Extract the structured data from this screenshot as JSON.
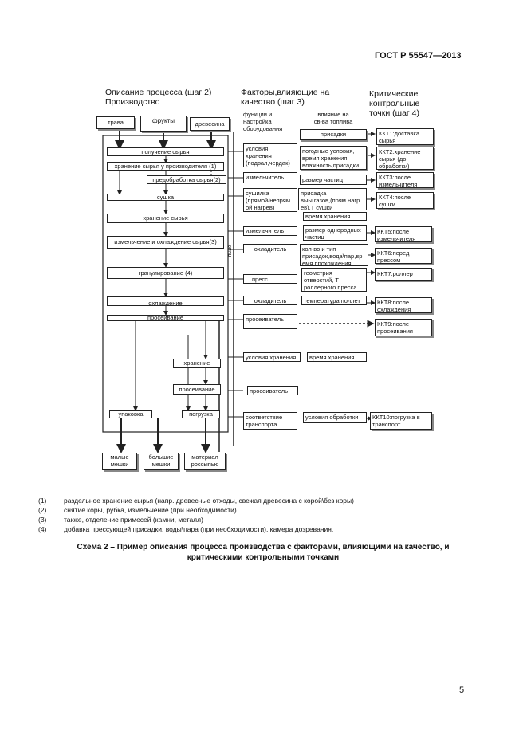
{
  "header": {
    "standard": "ГОСТ Р 55547—2013"
  },
  "columns": {
    "step2": "Описание процесса (шаг 2)\nПроизводство",
    "step3": "Факторы,влияющие на\nкачество (шаг 3)",
    "step4": "Критические\nконтрольные\nточки (шаг 4)",
    "sub_functions": "функции и\nнастройка\nоборудования",
    "sub_fuel": "влияние на\nсв-ва топлива"
  },
  "inputs": [
    "трава",
    "фрукты",
    "древесина"
  ],
  "process": {
    "receiving": "получение сырья",
    "storage_producer": "хранение сырья у производителя (1)",
    "pretreatment": "предобработка сырья(2)",
    "drying": "сушка",
    "storage": "хранение сырья",
    "grinding": "измельчение и охлаждение сырья(3)",
    "pelleting": "гранулирование (4)",
    "cooling": "охлаждение",
    "sieving": "просеивание",
    "storage2": "хранение",
    "sieving2": "просеивание",
    "packing": "упаковка",
    "loading": "погрузка",
    "vertical_label": "пылe"
  },
  "outputs": [
    "малые\nмешки",
    "большие\nмешки",
    "материал\nроссыпью"
  ],
  "functions": [
    "условия\nхранения\n(подвал,чердак)",
    "измельчитель",
    "сушилка\n(прямой/непрям\nой нагрев)",
    "измельчитель",
    "охладитель",
    "пресс",
    "охладитель",
    "просеиватель",
    "условия хранения",
    "просеиватель",
    "соответствие\nтранспорта"
  ],
  "factors": [
    "погодные условия,\nвремя хранения,\nвлажность,присадки",
    "присадки",
    "размер частиц",
    "присадка\nвыы.газов,(прям.нагр\nев),T сушки",
    "время хранения",
    "размер однородных\nчастиц",
    "кол-во и тип\nприсадок,вода\\пар,вр\nемя прохождения",
    "геометрия\nотверстий, Т\nроллерного пресса",
    "температура поллет",
    "время хранения",
    "условия обработки"
  ],
  "ccp": [
    "ККТ1:доставка\nсырья",
    "ККТ2:хранение\nсырья (до\nобработки)",
    "ККТ3:после\nизмельчителя",
    "ККТ4:после\nсушки",
    "ККТ5:после\nизмельчителя",
    "ККТ6:перед\nпрессом",
    "ККТ7:роллер",
    "ККТ8:после\nохлаждения",
    "ККТ9:после\nпросеивания",
    "ККТ10:погрузка в\nтранспорт"
  ],
  "notes": [
    {
      "num": "(1)",
      "text": "раздельное хранение сырья (напр. древесные отходы, свежая древесина с корой\\без коры)"
    },
    {
      "num": "(2)",
      "text": "снятие коры, рубка, измельчение (при необходимости)"
    },
    {
      "num": "(3)",
      "text": "также, отделение примесей (камни, металл)"
    },
    {
      "num": "(4)",
      "text": "добавка прессующей присадки, воды\\пара (при необходимости), камера дозревания."
    }
  ],
  "caption": "Схема 2 – Пример описания процесса производства с факторами, влияющими на качество, и\nкритическими контрольными точками",
  "page_number": "5"
}
